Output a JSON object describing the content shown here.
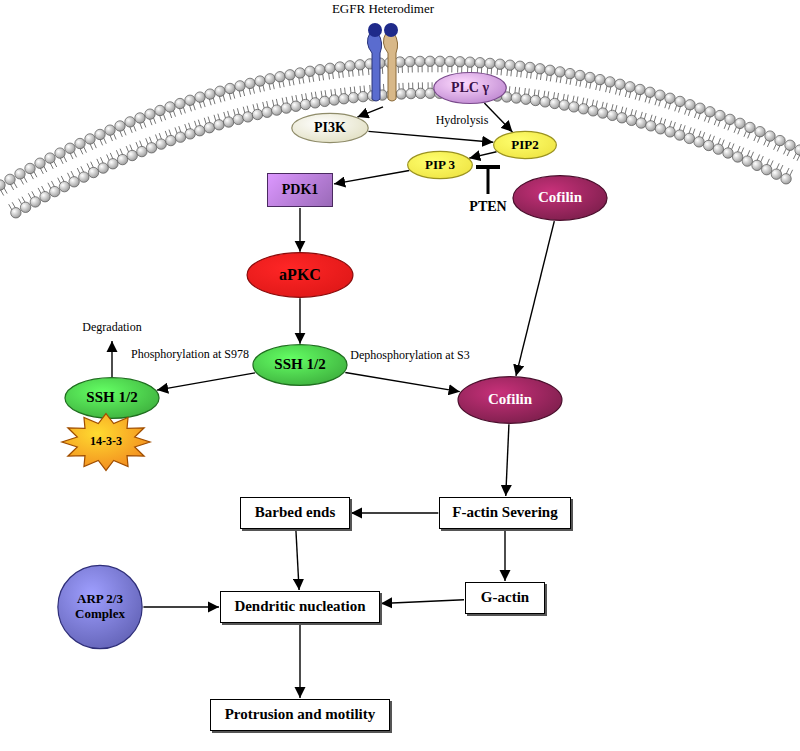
{
  "diagram": {
    "nodes": [
      {
        "text": [
          "EGFR Heterodimer"
        ]
      },
      {
        "text": [
          "PI3K"
        ]
      },
      {
        "text": [
          "PLC γ"
        ]
      },
      {
        "text": [
          "PIP2"
        ]
      },
      {
        "text": [
          "PIP 3"
        ]
      },
      {
        "text": [
          "Cofilin"
        ]
      },
      {
        "text": [
          "PDK1"
        ]
      },
      {
        "text": [
          "aPKC"
        ]
      },
      {
        "text": [
          "SSH 1/2"
        ]
      },
      {
        "text": [
          "SSH 1/2"
        ]
      },
      {
        "text": [
          "14-3-3"
        ]
      },
      {
        "text": [
          "Cofilin"
        ]
      },
      {
        "text": [
          "F-actin Severing"
        ]
      },
      {
        "text": [
          "Barbed ends"
        ]
      },
      {
        "text": [
          "G-actin"
        ]
      },
      {
        "text": [
          "ARP 2/3 Complex"
        ]
      },
      {
        "text": [
          "Dendritic nucleation"
        ]
      },
      {
        "text": [
          "Protrusion and motility"
        ]
      }
    ],
    "edges": [
      {
        "from": 0,
        "to": 1,
        "arrow": "to"
      },
      {
        "from": 1,
        "to": 3,
        "arrow": "to"
      },
      {
        "from": 2,
        "to": 3,
        "label": "Hydrolysis",
        "arrow": "to"
      },
      {
        "from": 3,
        "to": 4,
        "arrow": "to"
      },
      {
        "from": 4,
        "to": 6,
        "arrow": "to"
      },
      {
        "from": 6,
        "to": 7,
        "arrow": "to"
      },
      {
        "from": 7,
        "to": 8,
        "arrow": "to"
      },
      {
        "from": 8,
        "to": 9,
        "label": "Phosphorylation at S978",
        "arrow": "to"
      },
      {
        "from": 8,
        "to": 11,
        "label": "Dephosphorylation at S3",
        "arrow": "to"
      },
      {
        "from": 5,
        "to": 11,
        "arrow": "to"
      },
      {
        "from": 11,
        "to": 12,
        "arrow": "to"
      },
      {
        "from": 12,
        "to": 13,
        "arrow": "to"
      },
      {
        "from": 12,
        "to": 14,
        "arrow": "to"
      },
      {
        "from": 13,
        "to": 16,
        "arrow": "to"
      },
      {
        "from": 14,
        "to": 16,
        "arrow": "to"
      },
      {
        "from": 15,
        "to": 16,
        "arrow": "to"
      },
      {
        "from": 16,
        "to": 17,
        "arrow": "to"
      }
    ],
    "labels": [
      "PTEN",
      "Degradation"
    ]
  }
}
